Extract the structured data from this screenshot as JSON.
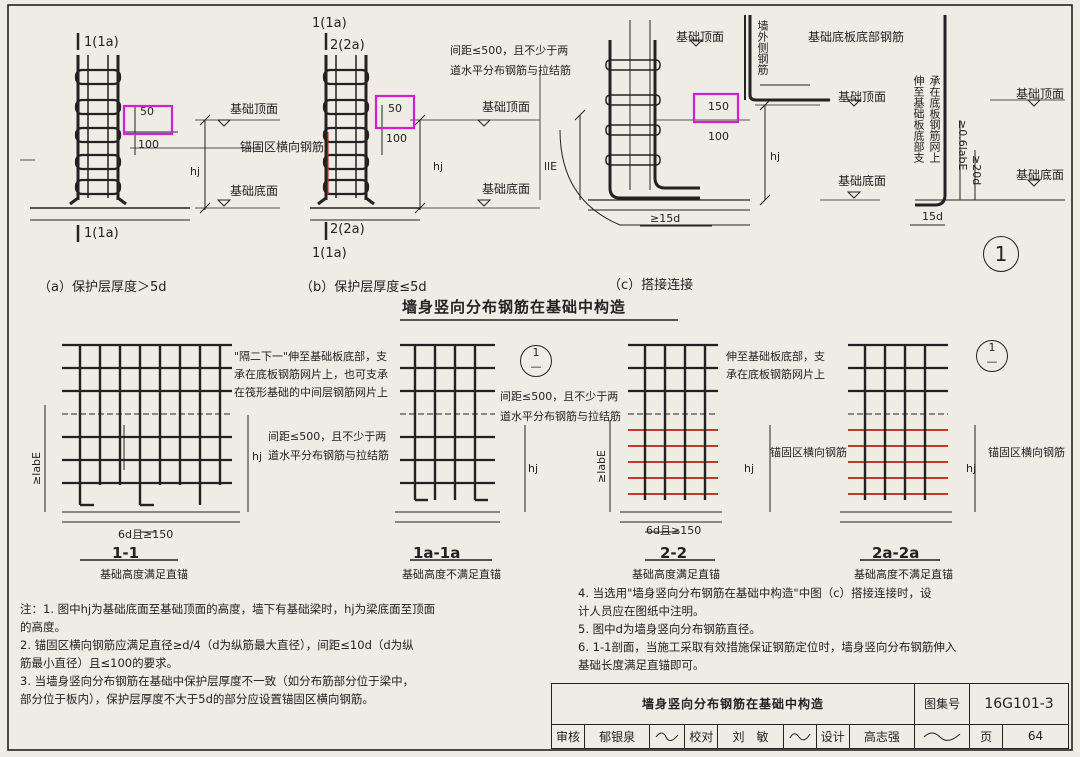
{
  "section_title": "墙身竖向分布钢筋在基础中构造",
  "details": {
    "a": {
      "caption": "（a）保护层厚度＞5d",
      "cut_top": "1(1a)",
      "cut_bottom": "1(1a)",
      "dim_50": "50",
      "dim_100": "100",
      "hj": "hj",
      "label_top": "基础顶面",
      "label_anchor": "锚固区横向钢筋",
      "label_bottom": "基础底面"
    },
    "b": {
      "caption": "（b）保护层厚度≤5d",
      "cut_top1": "1(1a)",
      "cut_top2": "2(2a)",
      "cut_bottom1": "2(2a)",
      "cut_bottom2": "1(1a)",
      "dim_50": "50",
      "dim_100": "100",
      "hj": "hj",
      "label_top": "基础顶面",
      "label_bottom": "基础底面"
    },
    "c": {
      "caption": "（c）搭接连接",
      "note": [
        "间距≤500，且不少于两",
        "道水平分布钢筋与拉结筋"
      ],
      "label_top": "基础顶面",
      "label_slab": "基础底板底部钢筋",
      "label_wall_out": "墙外侧钢筋",
      "label_top2": "基础顶面",
      "label_bottom": "基础底面",
      "dim_lle": "llE",
      "dim_15d": "≥15d",
      "dim_50": "150",
      "dim_100": "100",
      "hj": "hj"
    },
    "d": {
      "vertical_text1": "伸至基础板底部支",
      "vertical_text2": "承在底板钢筋网上",
      "dim1": "≥0.6labE",
      "dim2": "≥20d",
      "dim3": "15d",
      "label_top": "基础顶面",
      "label_bottom": "基础底面",
      "circle": "1"
    }
  },
  "sections": [
    {
      "name": "1-1",
      "subtitle": "基础高度满足直锚",
      "note1": [
        "\"隔二下一\"伸至基础板底部，支",
        "承在底板钢筋网片上，也可支承",
        "在筏形基础的中间层钢筋网片上"
      ],
      "note2": [
        "间距≤500，且不少于两",
        "道水平分布钢筋与拉结筋"
      ],
      "dim_lab": "≥labE",
      "hj": "hj",
      "dim_bottom": "6d且≥150"
    },
    {
      "name": "1a-1a",
      "subtitle": "基础高度不满足直锚",
      "note": [
        "间距≤500，且不少于两",
        "道水平分布钢筋与拉结筋"
      ],
      "hj": "hj",
      "circle_top": "1",
      "circle_bottom": "—"
    },
    {
      "name": "2-2",
      "subtitle": "基础高度满足直锚",
      "note": [
        "伸至基础板底部，支",
        "承在底板钢筋网片上"
      ],
      "label_anchor": "锚固区横向钢筋",
      "dim_lab": "≥labE",
      "hj": "hj",
      "dim_bottom": "6d且≥150"
    },
    {
      "name": "2a-2a",
      "subtitle": "基础高度不满足直锚",
      "label_anchor": "锚固区横向钢筋",
      "hj": "hj",
      "circle_top": "1",
      "circle_bottom": "—"
    }
  ],
  "notes_left": [
    "注：1. 图中hj为基础底面至基础顶面的高度，墙下有基础梁时，hj为梁底面至顶面",
    "        的高度。",
    "    2. 锚固区横向钢筋应满足直径≥d/4（d为纵筋最大直径），间距≤10d（d为纵",
    "        筋最小直径）且≤100的要求。",
    "    3. 当墙身竖向分布钢筋在基础中保护层厚度不一致（如分布筋部分位于梁中，",
    "        部分位于板内），保护层厚度不大于5d的部分应设置锚固区横向钢筋。"
  ],
  "notes_right": [
    "4. 当选用\"墙身竖向分布钢筋在基础中构造\"中图（c）搭接连接时，设",
    "    计人员应在图纸中注明。",
    "5. 图中d为墙身竖向分布钢筋直径。",
    "6. 1-1剖面，当施工采取有效措施保证钢筋定位时，墙身竖向分布钢筋伸入",
    "    基础长度满足直锚即可。"
  ],
  "title_block": {
    "title": "墙身竖向分布钢筋在基础中构造",
    "atlas_label": "图集号",
    "atlas_no": "16G101-3",
    "review_label": "审核",
    "reviewer": "郁银泉",
    "check_label": "校对",
    "checker": "刘　敏",
    "design_label": "设计",
    "designer": "高志强",
    "page_label": "页",
    "page_no": "64"
  },
  "colors": {
    "highlight": "#d21fd2",
    "anchor_bar": "#c0392b",
    "ink": "#222222"
  }
}
